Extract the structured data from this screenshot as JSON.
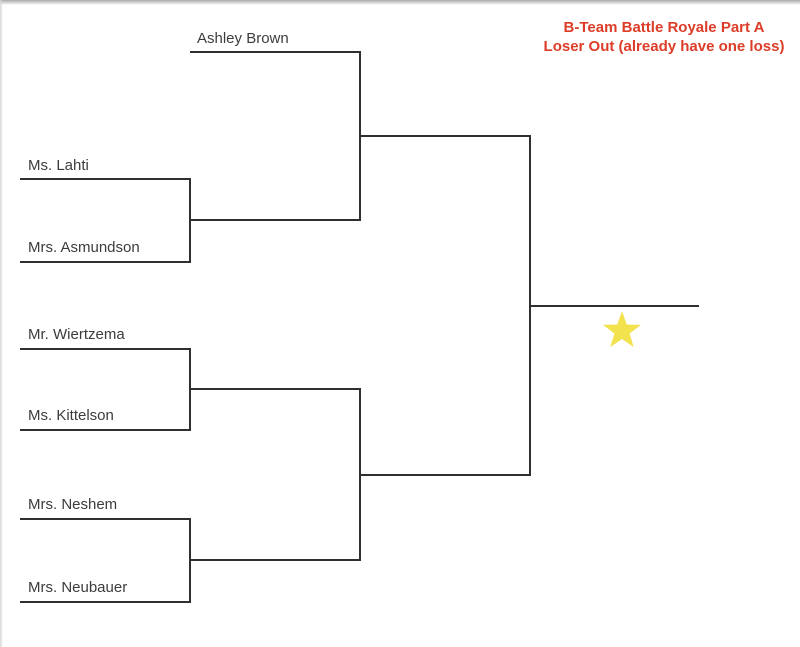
{
  "title": {
    "line1": "B-Team Battle Royale Part A",
    "line2": "Loser Out (already have one loss)",
    "color": "#dc3d28"
  },
  "bracket": {
    "type": "single-elimination",
    "rounds": 3,
    "bye": {
      "name": "Ashley Brown"
    },
    "matches": [
      {
        "top": "Ms. Lahti",
        "bottom": "Mrs. Asmundson"
      },
      {
        "top": "Mr. Wiertzema",
        "bottom": "Ms. Kittelson"
      },
      {
        "top": "Mrs. Neshem",
        "bottom": "Mrs. Neubauer"
      }
    ],
    "champion_marker": "star"
  },
  "icons": {
    "winner_star": "star-icon"
  },
  "colors": {
    "bracket_line": "#2f2f2f",
    "participant_text": "#3c3c3c",
    "title_text": "#dc3d28",
    "star_fill": "#f2e24e",
    "page_background": "#ffffff"
  }
}
